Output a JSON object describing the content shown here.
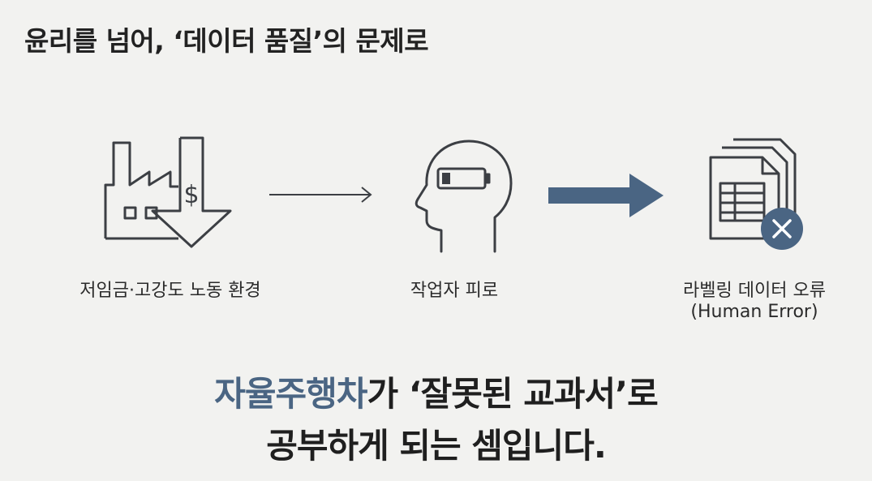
{
  "title": "윤리를 넘어, ‘데이터 품질’의 문제로",
  "steps": [
    {
      "label": "저임금·고강도 노동 환경",
      "icon": "factory-dollar-down-icon"
    },
    {
      "label": "작업자 피로",
      "icon": "head-low-battery-icon"
    },
    {
      "label": "라벨링 데이터 오류",
      "sublabel": "(Human Error)",
      "icon": "document-stack-error-icon"
    }
  ],
  "conclusion": {
    "line1_highlight": "자율주행차",
    "line1_rest": "가 ‘잘못된 교과서’로",
    "line2": "공부하게 되는 셈입니다."
  },
  "colors": {
    "accent": "#4a6583",
    "icon_stroke": "#3c3f44",
    "background": "#f2f2f0"
  }
}
